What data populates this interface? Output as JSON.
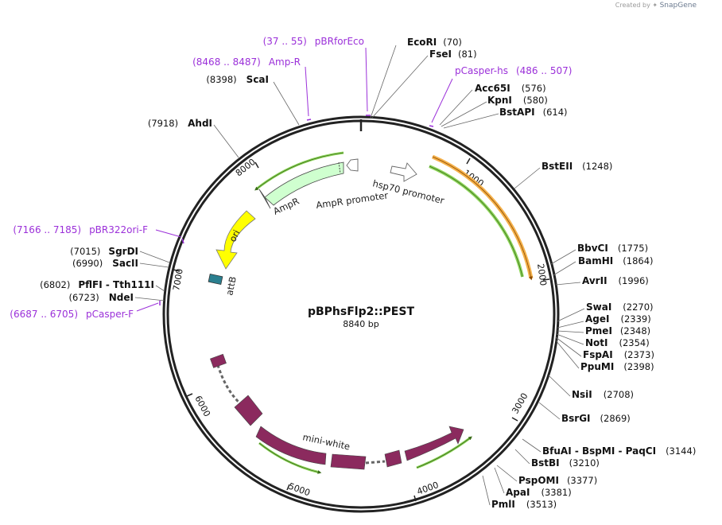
{
  "credit": {
    "prefix": "Created by",
    "brand": "SnapGene"
  },
  "plasmid": {
    "name": "pBPhsFlp2::PEST",
    "length_label": "8840 bp"
  },
  "ticks": [
    "1000",
    "2000",
    "3000",
    "4000",
    "5000",
    "6000",
    "7000",
    "8000"
  ],
  "features": {
    "ampr": "AmpR",
    "ampr_promoter": "AmpR promoter",
    "hsp70_promoter": "hsp70 promoter",
    "ori": "ori",
    "attb": "attB",
    "mini_white": "mini-white"
  },
  "enzymes": [
    {
      "name": "EcoRI",
      "pos": "(70)"
    },
    {
      "name": "FseI",
      "pos": "(81)"
    },
    {
      "name": "Acc65I",
      "pos": "(576)"
    },
    {
      "name": "KpnI",
      "pos": "(580)"
    },
    {
      "name": "BstAPI",
      "pos": "(614)"
    },
    {
      "name": "BstEII",
      "pos": "(1248)"
    },
    {
      "name": "BbvCI",
      "pos": "(1775)"
    },
    {
      "name": "BamHI",
      "pos": "(1864)"
    },
    {
      "name": "AvrII",
      "pos": "(1996)"
    },
    {
      "name": "SwaI",
      "pos": "(2270)"
    },
    {
      "name": "AgeI",
      "pos": "(2339)"
    },
    {
      "name": "PmeI",
      "pos": "(2348)"
    },
    {
      "name": "NotI",
      "pos": "(2354)"
    },
    {
      "name": "FspAI",
      "pos": "(2373)"
    },
    {
      "name": "PpuMI",
      "pos": "(2398)"
    },
    {
      "name": "NsiI",
      "pos": "(2708)"
    },
    {
      "name": "BsrGI",
      "pos": "(2869)"
    },
    {
      "name": "BfuAI - BspMI - PaqCI",
      "pos": "(3144)"
    },
    {
      "name": "BstBI",
      "pos": "(3210)"
    },
    {
      "name": "PspOMI",
      "pos": "(3377)"
    },
    {
      "name": "ApaI",
      "pos": "(3381)"
    },
    {
      "name": "PmlI",
      "pos": "(3513)"
    },
    {
      "name": "NdeI",
      "pos": "(6723)"
    },
    {
      "name": "PflFI - Tth111I",
      "pos": "(6802)"
    },
    {
      "name": "SacII",
      "pos": "(6990)"
    },
    {
      "name": "SgrDI",
      "pos": "(7015)"
    },
    {
      "name": "AhdI",
      "pos": "(7918)"
    },
    {
      "name": "ScaI",
      "pos": "(8398)"
    }
  ],
  "primers": [
    {
      "range": "(37 .. 55)",
      "name": "pBRforEco"
    },
    {
      "range": "(8468 .. 8487)",
      "name": "Amp-R"
    },
    {
      "name": "pCasper-hs",
      "range": "(486 .. 507)"
    },
    {
      "range": "(7166 .. 7185)",
      "name": "pBR322ori-F"
    },
    {
      "range": "(6687 .. 6705)",
      "name": "pCasper-F"
    }
  ],
  "colors": {
    "backbone": "#222222",
    "ampr_fill": "#cfffcf",
    "ori_fill": "#ffff00",
    "attb_fill": "#2a7f8f",
    "mini_white_fill": "#8b2a5e",
    "primer_purple": "#9b30d9",
    "green_arrow": "#8ed65a",
    "orange_arrow": "#f5b14a"
  }
}
